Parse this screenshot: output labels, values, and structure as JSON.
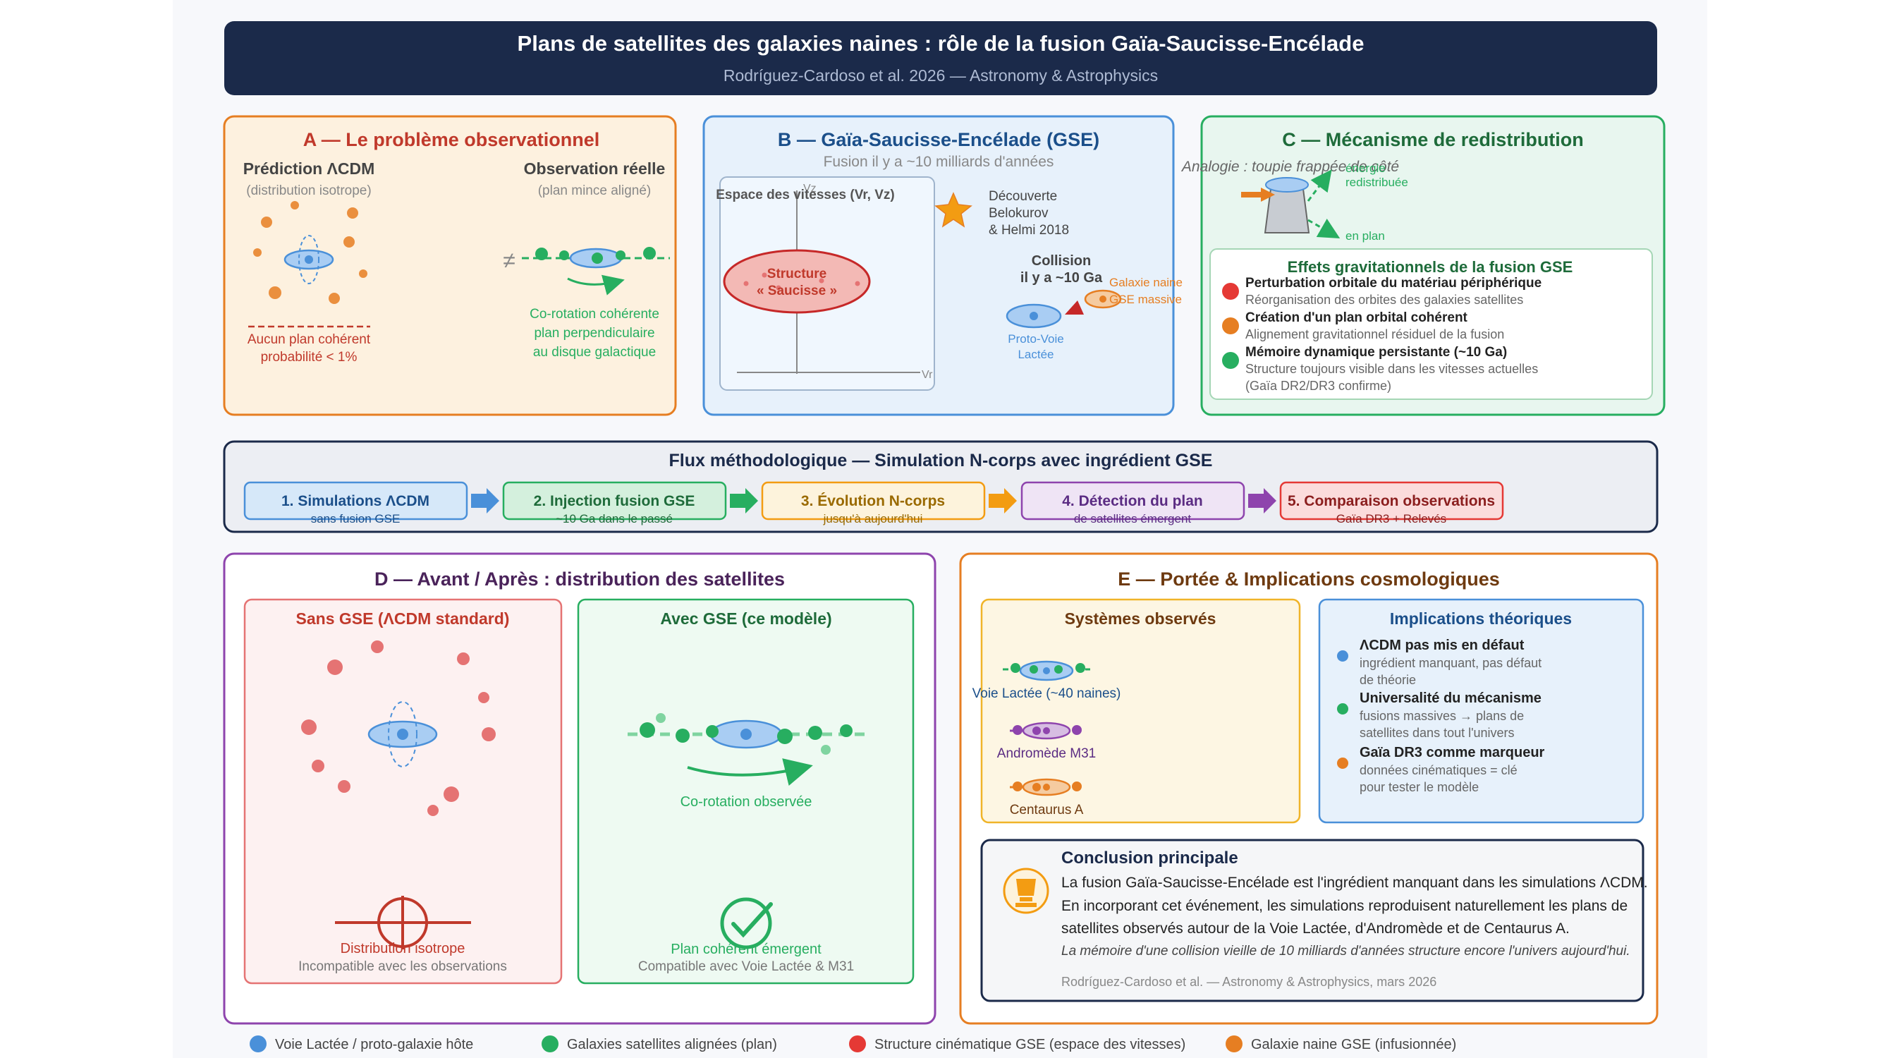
{
  "header": {
    "title": "Plans de satellites des galaxies naines : rôle de la fusion Gaïa-Saucisse-Encélade",
    "subtitle": "Rodríguez-Cardoso et al. 2026 — Astronomy & Astrophysics"
  },
  "panel_a": {
    "title": "A — Le problème observationnel",
    "pred_title": "Prédiction ΛCDM",
    "pred_sub": "(distribution isotrope)",
    "obs_title": "Observation réelle",
    "obs_sub": "(plan mince aligné)",
    "neq": "≠",
    "left_note_1": "Aucun plan cohérent",
    "left_note_2": "probabilité < 1%",
    "right_note_1": "Co-rotation cohérente",
    "right_note_2": "plan perpendiculaire",
    "right_note_3": "au disque galactique"
  },
  "panel_b": {
    "title": "B — Gaïa-Saucisse-Encélade (GSE)",
    "subtitle": "Fusion il y a ~10 milliards d'années",
    "plot_title": "Espace des vitesses (Vr, Vz)",
    "axis_y": "Vz",
    "axis_x": "Vr",
    "structure_1": "Structure",
    "structure_2": "« Saucisse »",
    "discovery_1": "Découverte",
    "discovery_2": "Belokurov",
    "discovery_3": "& Helmi 2018",
    "collision_1": "Collision",
    "collision_2": "il y a ~10 Ga",
    "dwarf_1": "Galaxie naine",
    "dwarf_2": "GSE massive",
    "proto_1": "Proto-Voie",
    "proto_2": "Lactée"
  },
  "panel_c": {
    "title": "C — Mécanisme de redistribution",
    "analogy": "Analogie : toupie frappée de côté",
    "label_energy": "énergie",
    "label_redistributed": "redistribuée",
    "label_in_plane": "en plan",
    "effects_title": "Effets gravitationnels de la fusion GSE",
    "effects": [
      {
        "title": "Perturbation orbitale du matériau périphérique",
        "line1": "Réorganisation des orbites des galaxies satellites",
        "line2": "",
        "color": "#e53935"
      },
      {
        "title": "Création d'un plan orbital cohérent",
        "line1": "Alignement gravitationnel résiduel de la fusion",
        "line2": "",
        "color": "#e67e22"
      },
      {
        "title": "Mémoire dynamique persistante (~10 Ga)",
        "line1": "Structure toujours visible dans les vitesses actuelles",
        "line2": "(Gaïa DR2/DR3 confirme)",
        "color": "#27ae60"
      }
    ]
  },
  "flow": {
    "title": "Flux méthodologique — Simulation N-corps avec ingrédient GSE",
    "steps": [
      {
        "title": "1. Simulations ΛCDM",
        "sub": "sans fusion GSE"
      },
      {
        "title": "2. Injection fusion GSE",
        "sub": "~10 Ga dans le passé"
      },
      {
        "title": "3. Évolution N-corps",
        "sub": "jusqu'à aujourd'hui"
      },
      {
        "title": "4. Détection du plan",
        "sub": "de satellites émergent"
      },
      {
        "title": "5. Comparaison observations",
        "sub": "Gaïa DR3 + Relevés"
      }
    ]
  },
  "panel_d": {
    "title": "D — Avant / Après : distribution des satellites",
    "left_title": "Sans GSE (ΛCDM standard)",
    "left_caption_1": "Distribution isotrope",
    "left_caption_2": "Incompatible avec les observations",
    "right_title": "Avec GSE (ce modèle)",
    "right_corot": "Co-rotation observée",
    "right_caption_1": "Plan cohérent émergent",
    "right_caption_2": "Compatible avec Voie Lactée & M31"
  },
  "panel_e": {
    "title": "E — Portée & Implications cosmologiques",
    "systems_title": "Systèmes observés",
    "systems": [
      "Voie Lactée (~40 naines)",
      "Andromède M31",
      "Centaurus A"
    ],
    "impl_title": "Implications théoriques",
    "implications": [
      {
        "title": "ΛCDM pas mis en défaut",
        "line1": "ingrédient manquant, pas défaut",
        "line2": "de théorie",
        "color": "#4a90d9"
      },
      {
        "title": "Universalité du mécanisme",
        "line1": "fusions massives → plans de",
        "line2": "satellites dans tout l'univers",
        "color": "#27ae60"
      },
      {
        "title": "Gaïa DR3 comme marqueur",
        "line1": "données cinématiques = clé",
        "line2": "pour tester le modèle",
        "color": "#e67e22"
      }
    ],
    "conclusion_title": "Conclusion principale",
    "conclusion_lines": [
      "La fusion Gaïa-Saucisse-Encélade est l'ingrédient manquant dans les simulations ΛCDM.",
      "En incorporant cet événement, les simulations reproduisent naturellement les plans de",
      "satellites observés autour de la Voie Lactée, d'Andromède et de Centaurus A."
    ],
    "conclusion_italic": "La mémoire d'une collision vieille de 10 milliards d'années structure encore l'univers aujourd'hui.",
    "citation": "Rodríguez-Cardoso et al. — Astronomy & Astrophysics, mars 2026"
  },
  "legend": [
    {
      "label": "Voie Lactée / proto-galaxie hôte",
      "color": "#4a90d9"
    },
    {
      "label": "Galaxies satellites alignées (plan)",
      "color": "#27ae60"
    },
    {
      "label": "Structure cinématique GSE (espace des vitesses)",
      "color": "#e53935"
    },
    {
      "label": "Galaxie naine GSE (infusionnée)",
      "color": "#e67e22"
    }
  ],
  "colors": {
    "navy": "#1b2a4a",
    "blue": "#4a90d9",
    "green": "#27ae60",
    "red": "#e53935",
    "orange": "#e67e22"
  }
}
